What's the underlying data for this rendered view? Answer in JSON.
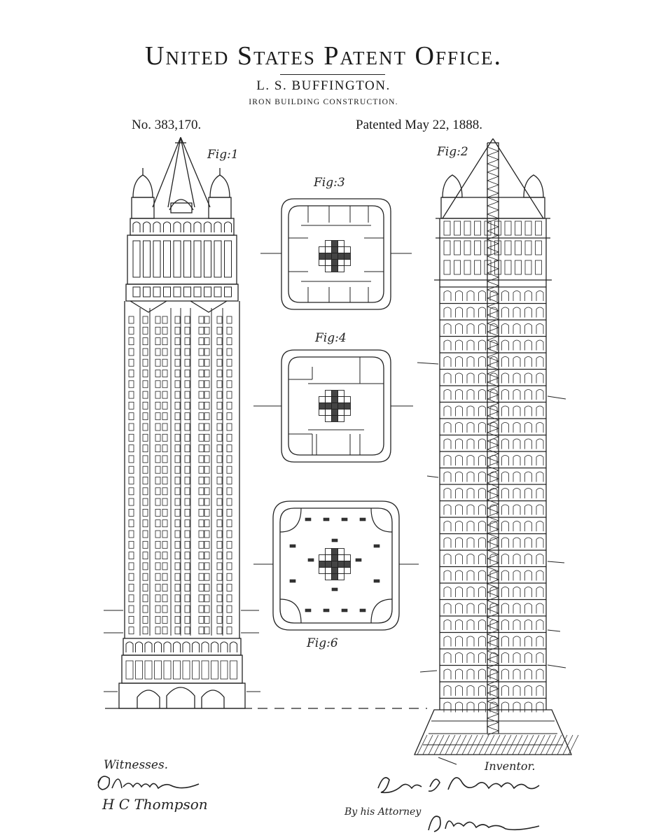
{
  "header": {
    "office": "United States Patent Office.",
    "inventor": "L. S. BUFFINGTON.",
    "subject": "IRON BUILDING CONSTRUCTION.",
    "number": "No. 383,170.",
    "date": "Patented May 22, 1888."
  },
  "figures": {
    "fig1": "Fig:1",
    "fig2": "Fig:2",
    "fig3": "Fig:3",
    "fig4": "Fig:4",
    "fig6": "Fig:6"
  },
  "footer": {
    "witnesses": "Witnesses.",
    "inventor_label": "Inventor.",
    "by_attorney": "By his Attorney",
    "witness_name_2": "H C Thompson"
  },
  "signatures": {
    "witness_1": "O. Ehrmolel",
    "inventor": "Leroy S. Buffington",
    "attorney": "P. H. Gunckel"
  }
}
